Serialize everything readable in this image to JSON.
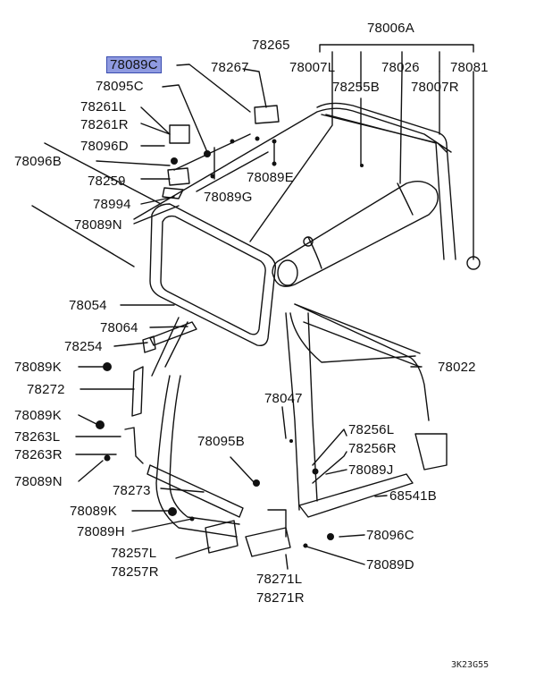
{
  "diagram": {
    "highlight_color": "#8f9ae0",
    "drawing_code": "3K23G55",
    "labels": {
      "p78006A": "78006A",
      "p78265": "78265",
      "p78089C": "78089C",
      "p78267": "78267",
      "p78007L": "78007L",
      "p78026": "78026",
      "p78081": "78081",
      "p78095C": "78095C",
      "p78255B": "78255B",
      "p78007R": "78007R",
      "p78261L": "78261L",
      "p78261R": "78261R",
      "p78096D": "78096D",
      "p78096B": "78096B",
      "p78259": "78259",
      "p78089E": "78089E",
      "p78994": "78994",
      "p78089G": "78089G",
      "p78089N_top": "78089N",
      "p78054": "78054",
      "p78064": "78064",
      "p78254": "78254",
      "p78022": "78022",
      "p78089K_a": "78089K",
      "p78272": "78272",
      "p78047": "78047",
      "p78089K_b": "78089K",
      "p78256L": "78256L",
      "p78263L": "78263L",
      "p78095B": "78095B",
      "p78256R": "78256R",
      "p78263R": "78263R",
      "p78089J": "78089J",
      "p78089N_bot": "78089N",
      "p78273": "78273",
      "p68541B": "68541B",
      "p78089K_c": "78089K",
      "p78089H": "78089H",
      "p78096C": "78096C",
      "p78257L": "78257L",
      "p78257R": "78257R",
      "p78271L": "78271L",
      "p78271R": "78271R",
      "p78089D": "78089D"
    }
  }
}
